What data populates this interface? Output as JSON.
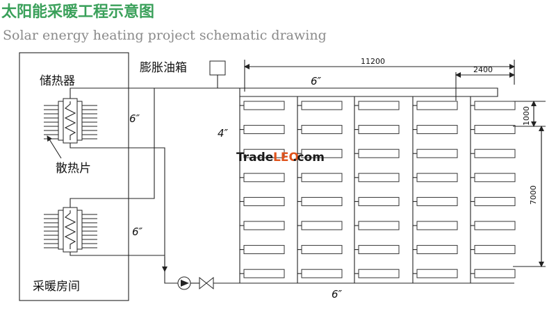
{
  "title_cn": "太阳能采暖工程示意图",
  "title_en": "Solar energy heating project schematic drawing",
  "labels": {
    "storage": "储热器",
    "expansion_tank": "膨胀油箱",
    "radiator_fins": "散热片",
    "heating_room": "采暖房间"
  },
  "pipe_sizes": {
    "left_top": "6″",
    "left_bottom": "6″",
    "top_header": "6″",
    "bottom_header": "6″",
    "riser": "4″"
  },
  "dimensions": {
    "total_width": "11200",
    "header_extension": "2400",
    "row_spacing": "1000",
    "total_height": "7000"
  },
  "collector_array": {
    "columns": 5,
    "rows": 8
  },
  "watermark": {
    "part1": "Trade",
    "part2": "LEO",
    "part3": ".com"
  },
  "colors": {
    "title": "#3aa05a",
    "subtitle": "#8a8a8a",
    "line": "#222222",
    "watermark_accent": "#e0531c"
  }
}
